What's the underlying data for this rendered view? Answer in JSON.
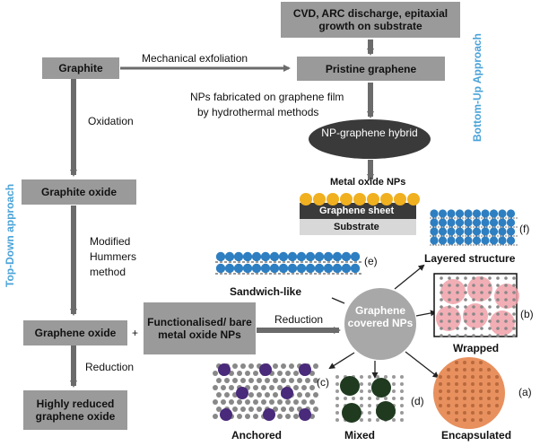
{
  "colors": {
    "box": "#9a9a9a",
    "arrow": "#6b6b6b",
    "approach_label": "#4aa3d8",
    "np_gold": "#f0b020",
    "np_blue": "#2e7fc1",
    "np_purple": "#4a2a7a",
    "np_pink": "#f0a0a8",
    "np_orange": "#e8905e",
    "oval": "#3a3a3a"
  },
  "boxes": {
    "cvd": "CVD, ARC discharge, epitaxial growth on substrate",
    "graphite": "Graphite",
    "pristine": "Pristine graphene",
    "graphite_oxide": "Graphite oxide",
    "graphene_oxide": "Graphene oxide",
    "functionalised": "Functionalised/ bare metal oxide NPs",
    "highly_reduced": "Highly reduced graphene oxide"
  },
  "texts": {
    "mech_exfoliation": "Mechanical exfoliation",
    "nps_fabricated_1": "NPs fabricated on graphene film",
    "nps_fabricated_2": "by hydrothermal methods",
    "oxidation": "Oxidation",
    "modified_1": "Modified",
    "modified_2": "Hummers",
    "modified_3": "method",
    "reduction_left": "Reduction",
    "reduction_mid": "Reduction",
    "plus": "+"
  },
  "ovals": {
    "np_graphene": "NP-graphene hybrid",
    "graphene_covered": "Graphene covered NPs"
  },
  "side_labels": {
    "top_down": "Top-Down approach",
    "bottom_up": "Bottom-Up Approach"
  },
  "substrate_stack": {
    "metal_oxide": "Metal oxide NPs",
    "graphene_sheet": "Graphene sheet",
    "substrate": "Substrate"
  },
  "structures": {
    "layered": "Layered structure",
    "sandwich": "Sandwich-like",
    "wrapped": "Wrapped",
    "anchored": "Anchored",
    "mixed": "Mixed",
    "encapsulated": "Encapsulated"
  },
  "letters": {
    "a": "(a)",
    "b": "(b)",
    "c": "(c)",
    "d": "(d)",
    "e": "(e)",
    "f": "(f)"
  }
}
